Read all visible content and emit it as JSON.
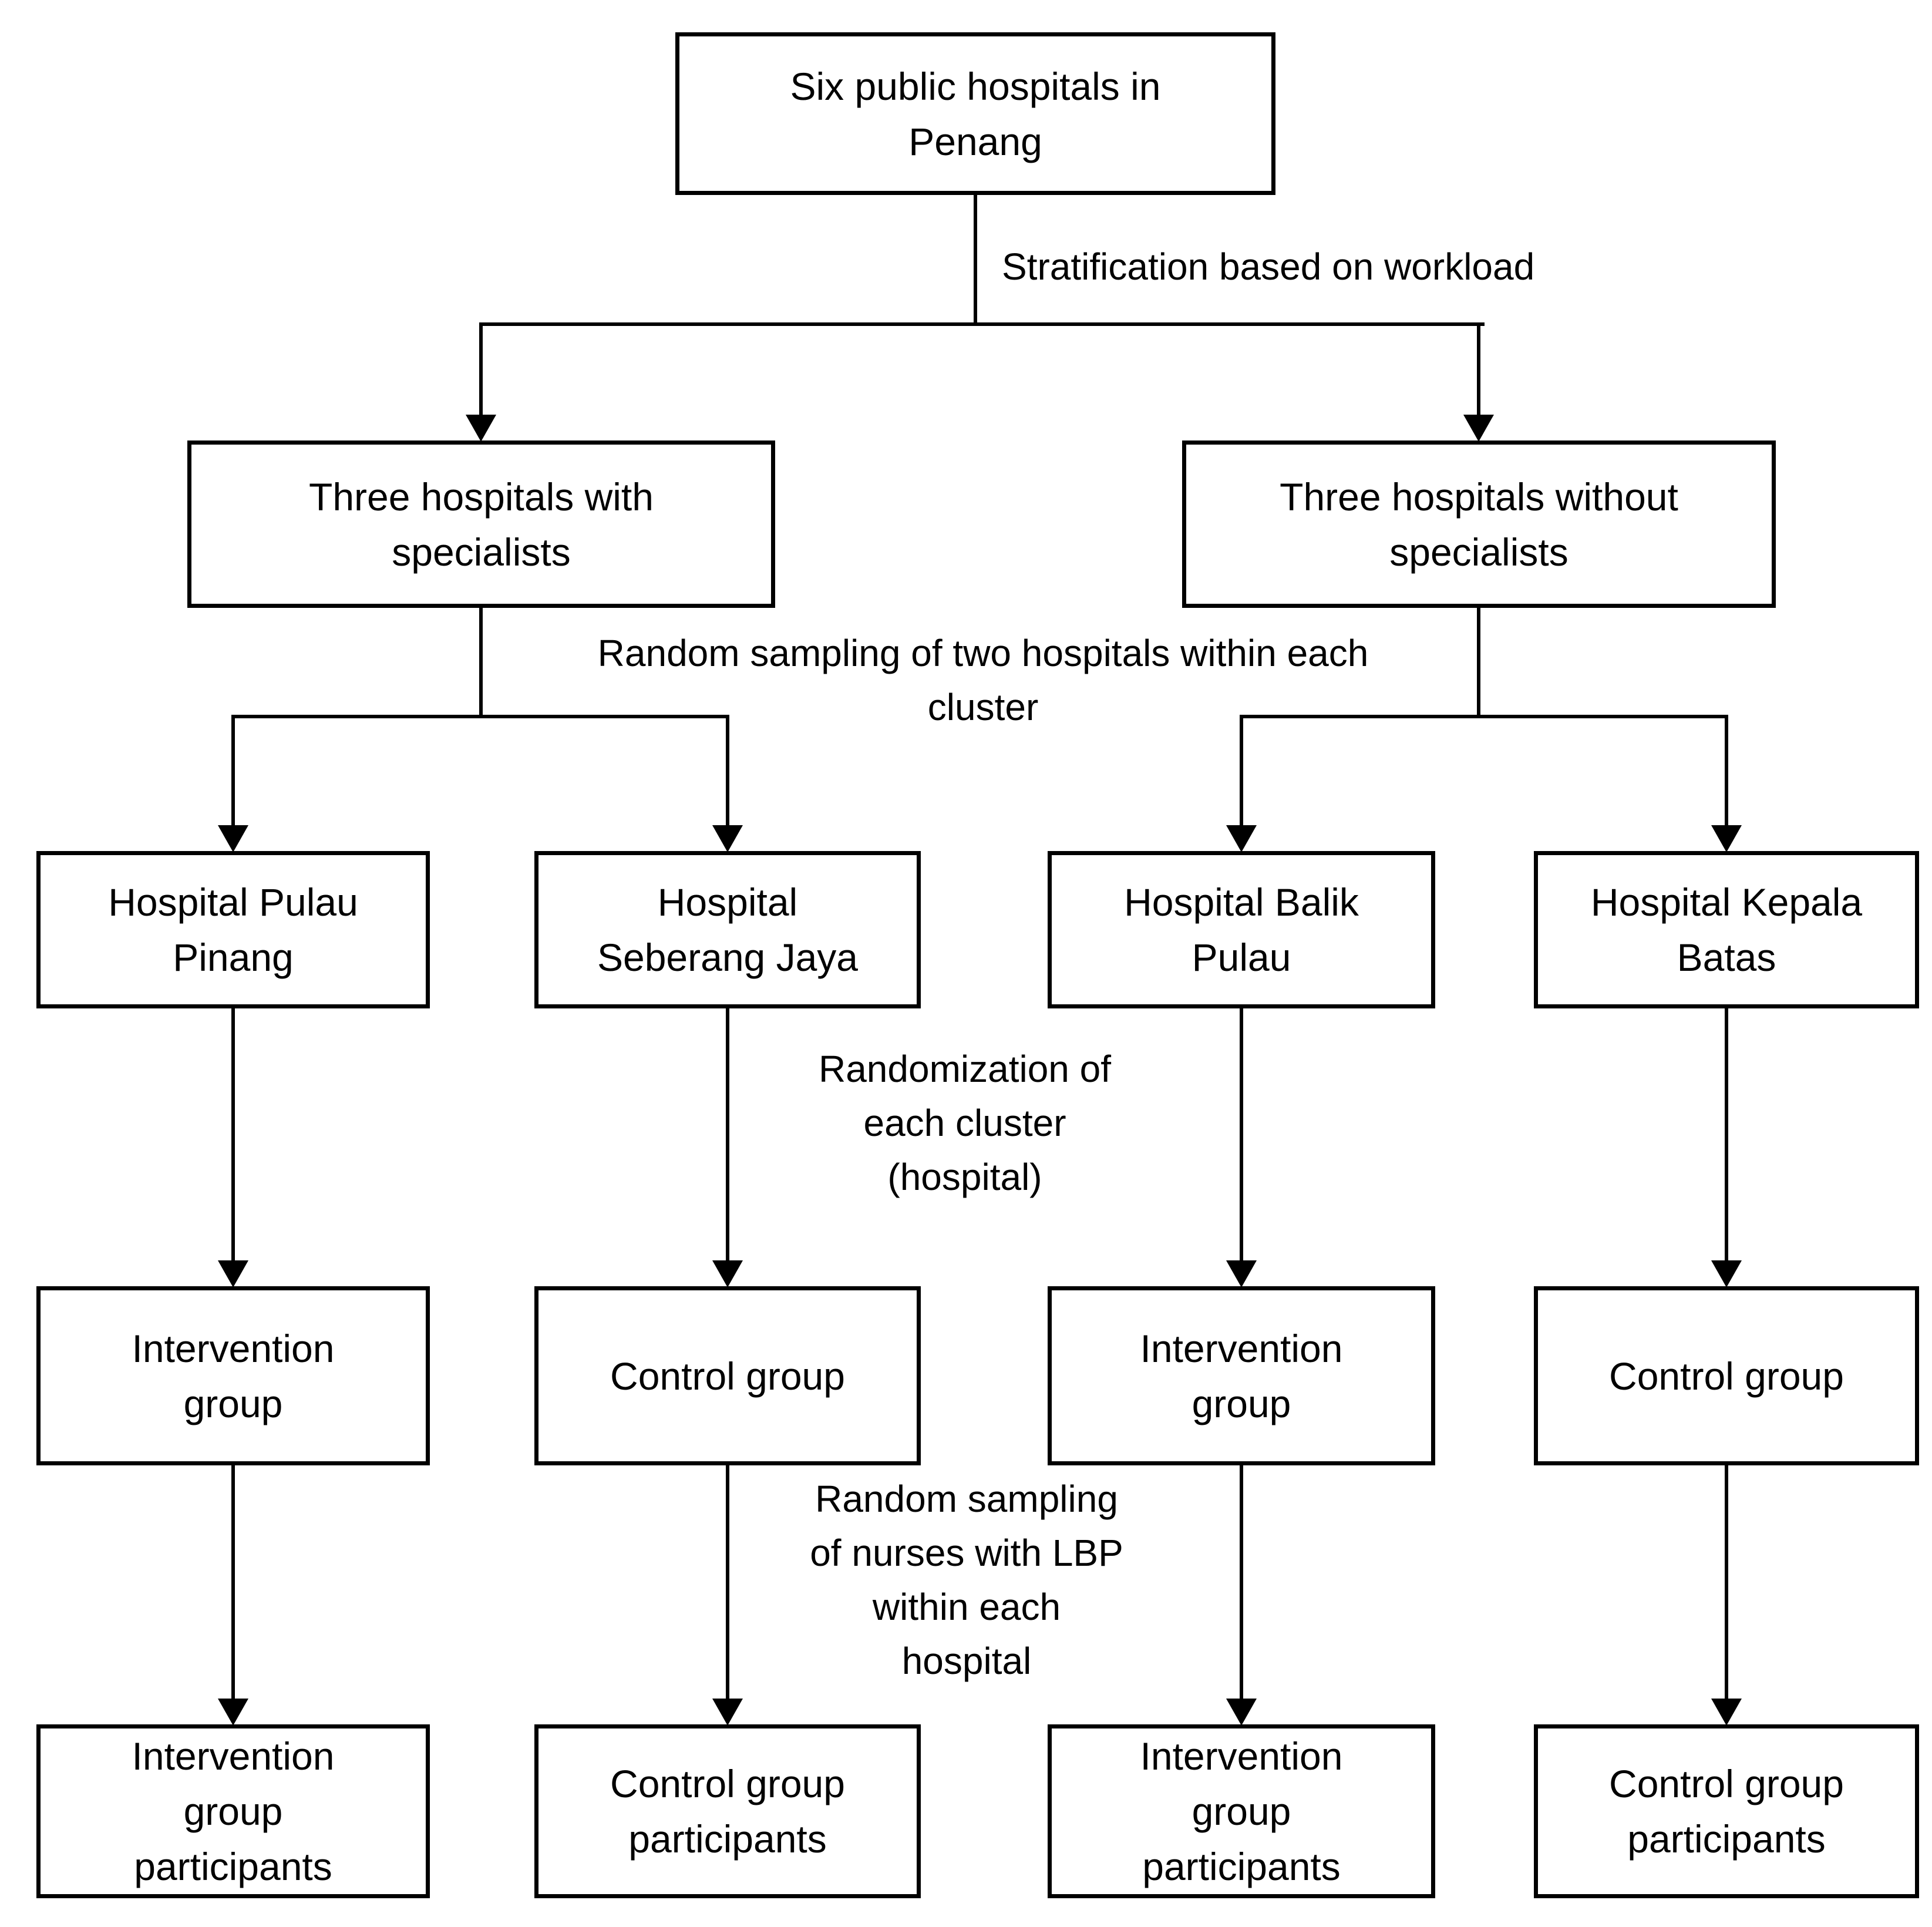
{
  "diagram": {
    "boxes": {
      "root": [
        "Six public hospitals in",
        "Penang"
      ],
      "cluster_with": [
        "Three hospitals with",
        "specialists"
      ],
      "cluster_without": [
        "Three hospitals without",
        "specialists"
      ],
      "hospital_pulau_pinang": [
        "Hospital Pulau",
        "Pinang"
      ],
      "hospital_seberang_jaya": [
        "Hospital",
        "Seberang Jaya"
      ],
      "hospital_balik_pulau": [
        "Hospital Balik",
        "Pulau"
      ],
      "hospital_kepala_batas": [
        "Hospital Kepala",
        "Batas"
      ],
      "group_intervention_left": [
        "Intervention",
        "group"
      ],
      "group_control_left": "Control group",
      "group_intervention_right": [
        "Intervention",
        "group"
      ],
      "group_control_right": "Control group",
      "participants_intervention_left": [
        "Intervention",
        "group",
        "participants"
      ],
      "participants_control_left": [
        "Control group",
        "participants"
      ],
      "participants_intervention_right": [
        "Intervention",
        "group",
        "participants"
      ],
      "participants_control_right": [
        "Control group",
        "participants"
      ]
    },
    "edge_labels": {
      "stratification": "Stratification based on workload",
      "hospital_sampling": [
        "Random sampling of two hospitals within each",
        "cluster"
      ],
      "randomization": [
        "Randomization of",
        "each cluster",
        "(hospital)"
      ],
      "nurse_sampling": [
        "Random sampling",
        "of nurses with LBP",
        "within each",
        "hospital"
      ]
    },
    "colors": {
      "line": "#000000",
      "text": "#000000",
      "box_background": "#ffffff",
      "page_background": "#ffffff"
    }
  }
}
